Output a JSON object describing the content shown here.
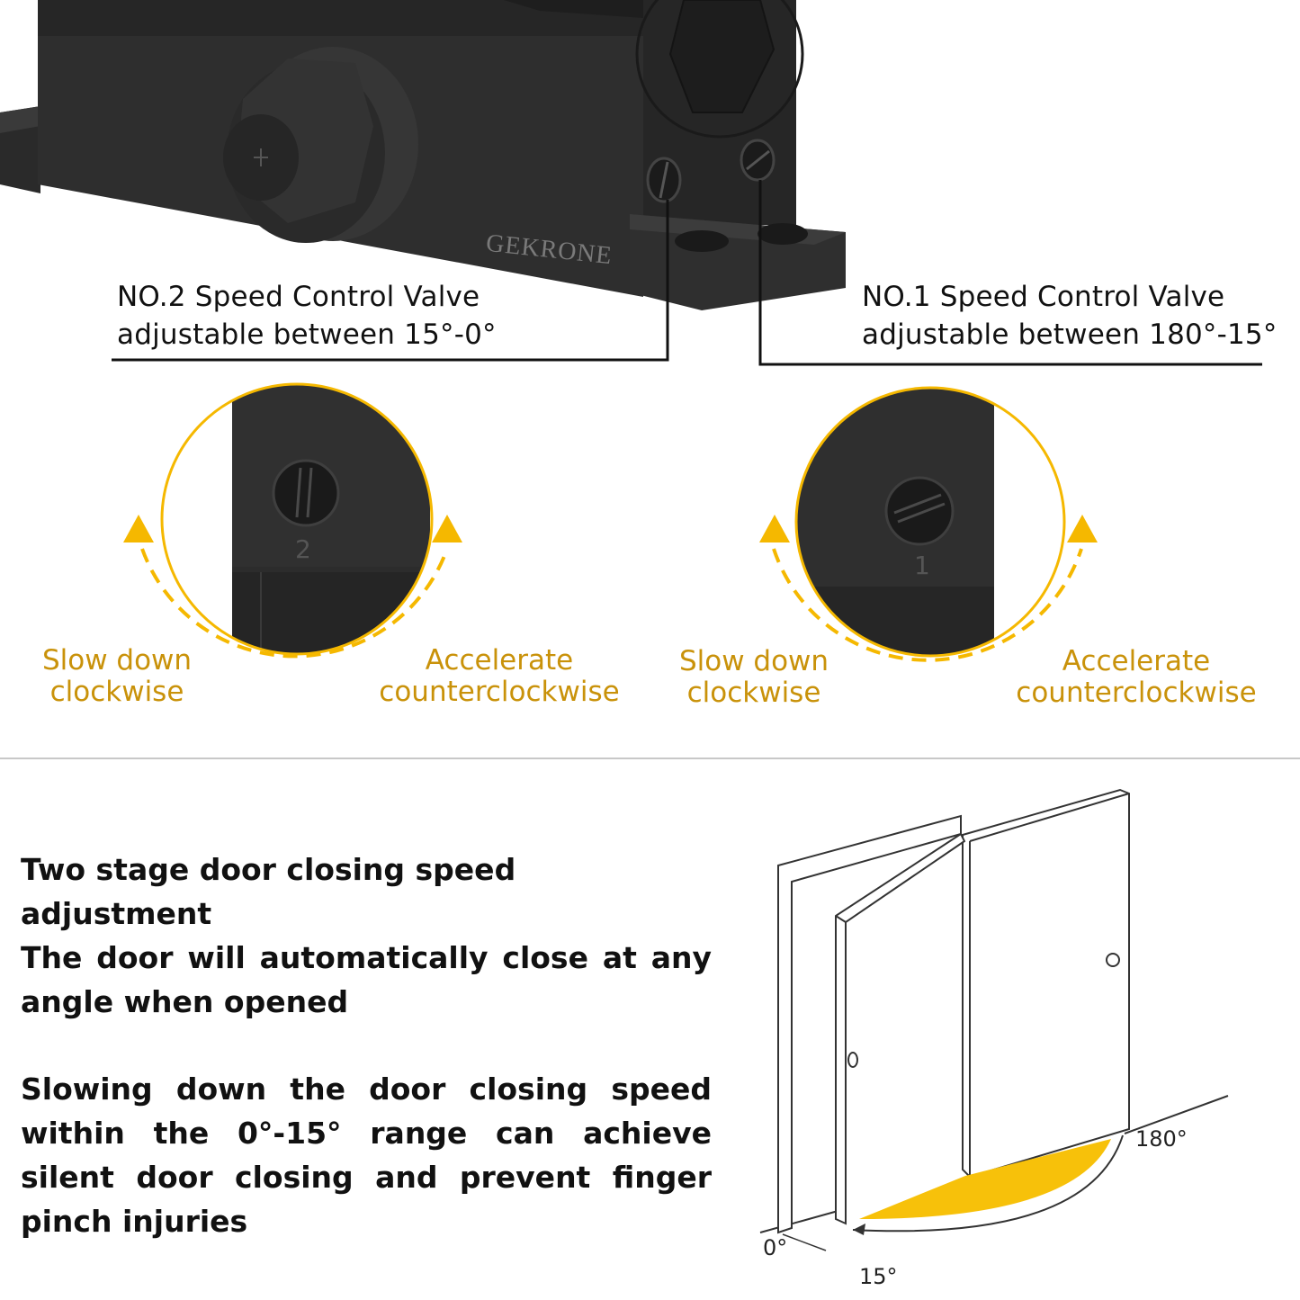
{
  "product": {
    "brand_logo": "GEKRONE",
    "valve2_number": "2",
    "valve1_number": "1"
  },
  "valve2": {
    "title": "NO.2 Speed Control Valve",
    "range": "adjustable between 15°-0°",
    "slow": [
      "Slow down",
      "clockwise"
    ],
    "fast": [
      "Accelerate",
      "counterclockwise"
    ]
  },
  "valve1": {
    "title": "NO.1 Speed Control Valve",
    "range": "adjustable between 180°-15°",
    "slow": [
      "Slow down",
      "clockwise"
    ],
    "fast": [
      "Accelerate",
      "counterclockwise"
    ]
  },
  "description": {
    "p1": "Two stage door closing speed adjustment",
    "p2": "The door will automatically close at any angle when opened",
    "p3": "Slowing down the door closing speed within the 0°-15° range can achieve silent door closing and prevent finger pinch injuries"
  },
  "diagram": {
    "angle_180": "180°",
    "angle_0": "0°",
    "angle_15": "15°"
  },
  "colors": {
    "accent": "#f5b800",
    "text_gold": "#c9920a",
    "body_dark": "#2b2b2b"
  }
}
